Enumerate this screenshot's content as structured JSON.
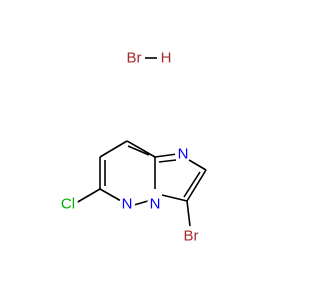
{
  "molecule": {
    "salt": {
      "br": {
        "text": "Br",
        "color": "#a52a2a"
      },
      "h": {
        "text": "H",
        "color": "#a52a2a"
      }
    },
    "atoms": {
      "n_bridge": {
        "text": "N",
        "color": "#0000ff"
      },
      "n_pyridazine": {
        "text": "N",
        "color": "#0000ff"
      },
      "n_imidazole": {
        "text": "N",
        "color": "#0000ff"
      },
      "cl": {
        "text": "Cl",
        "color": "#00b000"
      },
      "br": {
        "text": "Br",
        "color": "#a52a2a"
      }
    }
  }
}
